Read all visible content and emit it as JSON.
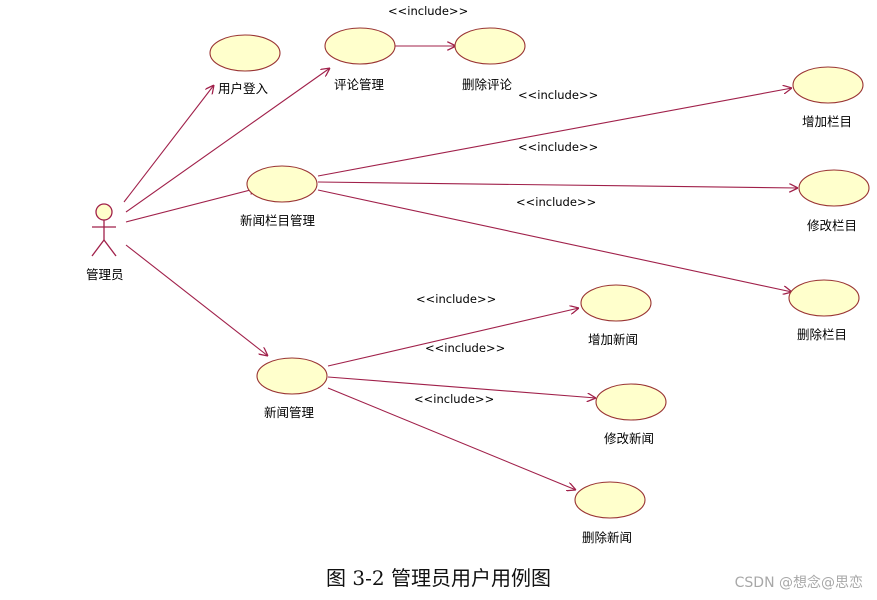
{
  "diagram": {
    "actor": {
      "label": "管理员"
    },
    "use_cases": {
      "login": "用户登入",
      "comment_mgmt": "评论管理",
      "delete_comment": "删除评论",
      "column_mgmt": "新闻栏目管理",
      "add_column": "增加栏目",
      "edit_column": "修改栏目",
      "delete_column": "删除栏目",
      "news_mgmt": "新闻管理",
      "add_news": "增加新闻",
      "edit_news": "修改新闻",
      "delete_news": "删除新闻"
    },
    "stereotype": "<<include>>",
    "colors": {
      "use_case_fill": "#ffffcc",
      "use_case_stroke": "#993333",
      "line": "#a0204a",
      "actor_stroke": "#a0204a"
    }
  },
  "caption": "图 3-2 管理员用户用例图",
  "watermark": "CSDN @想念@思恋"
}
